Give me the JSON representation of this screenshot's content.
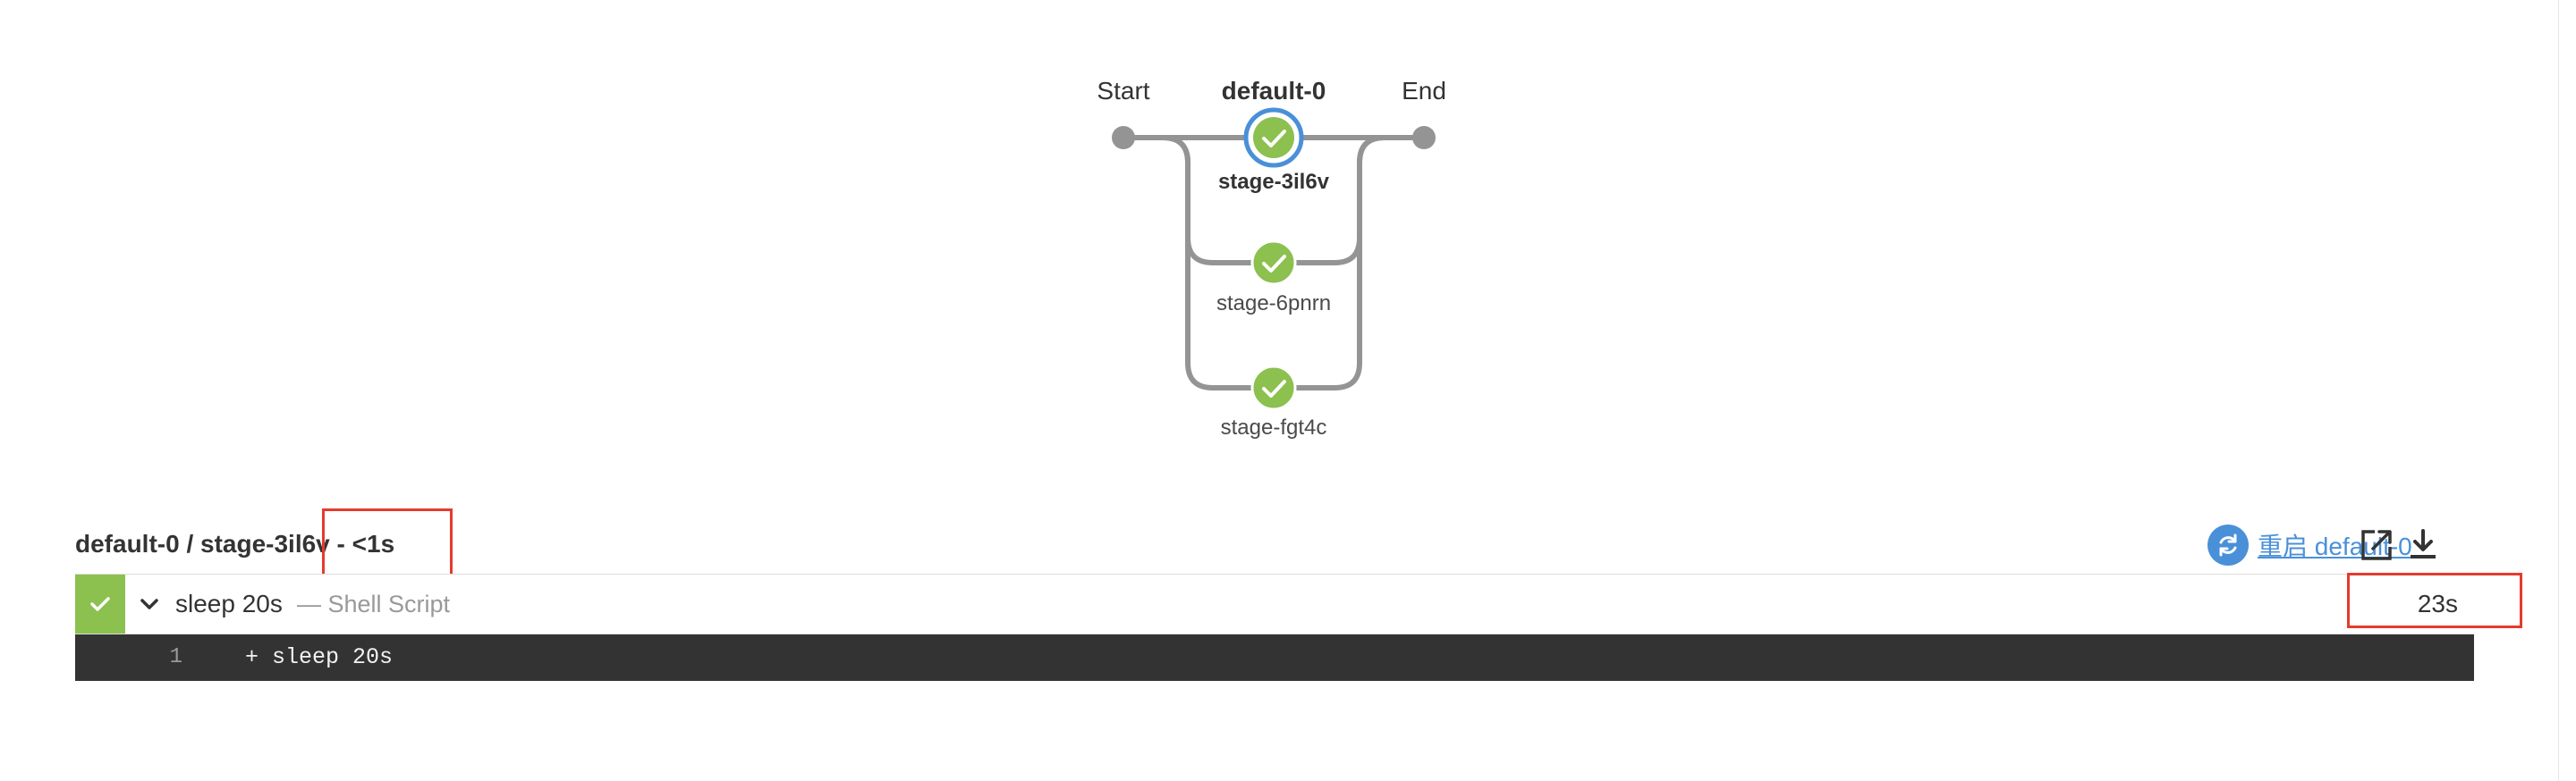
{
  "graph": {
    "start_label": "Start",
    "parallel_label": "default-0",
    "end_label": "End",
    "stages": [
      {
        "name": "stage-3il6v",
        "status": "success",
        "selected": true
      },
      {
        "name": "stage-6pnrn",
        "status": "success",
        "selected": false
      },
      {
        "name": "stage-fgt4c",
        "status": "success",
        "selected": false
      }
    ]
  },
  "log": {
    "breadcrumb": "default-0 / stage-3il6v",
    "duration": "- <1s",
    "restart_label": "重启 default-0",
    "icons": {
      "restart": "refresh-icon",
      "open": "open-external-icon",
      "download": "download-icon"
    }
  },
  "step": {
    "name": "sleep 20s",
    "type": "— Shell Script",
    "time": "23s",
    "status": "success"
  },
  "console": {
    "lines": [
      {
        "num": "1",
        "text": "+ sleep 20s"
      }
    ]
  },
  "colors": {
    "success": "#8cc04f",
    "selected_ring": "#4a90d9",
    "link": "#4a90d9",
    "graph_line": "#949494",
    "highlight": "#e53b2c",
    "console_bg": "#333333"
  }
}
